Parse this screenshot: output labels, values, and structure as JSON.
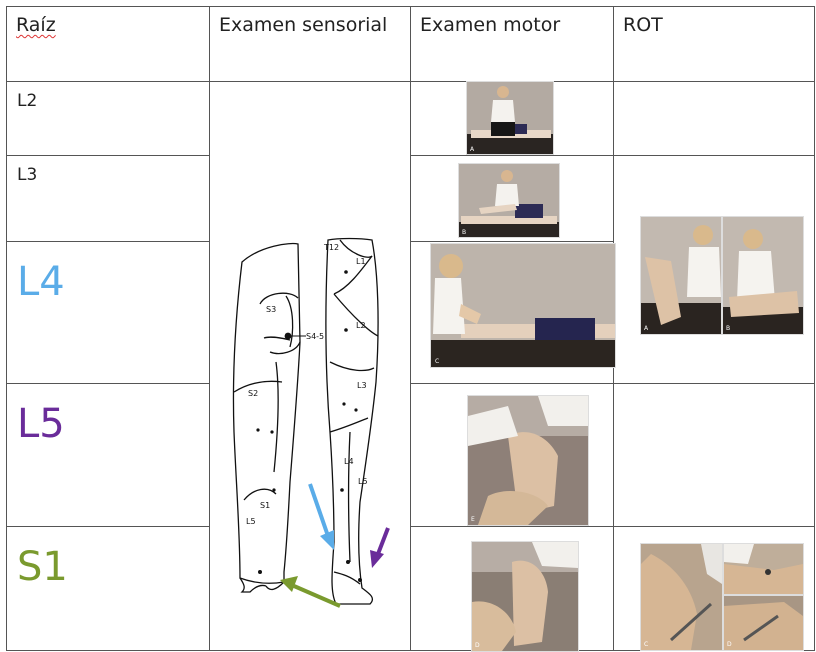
{
  "headers": {
    "root": "Raíz",
    "sensory": "Examen sensorial",
    "motor": "Examen motor",
    "reflex": "ROT"
  },
  "roots": {
    "l2": "L2",
    "l3": "L3",
    "l4": "L4",
    "l5": "L5",
    "s1": "S1"
  },
  "dermatome_labels": {
    "t12": "T12",
    "l1": "L1",
    "l2": "L2",
    "l3": "L3",
    "l4": "L4",
    "l5": "L5",
    "l5_back": "L5",
    "s1": "S1",
    "s2": "S2",
    "s3": "S3",
    "s45": "S4-5"
  },
  "photo_captions": {
    "motor_l2": "A",
    "motor_l3": "B",
    "motor_l4": "C",
    "motor_l5": "E",
    "motor_s1": "D",
    "rot_l4_a": "A",
    "rot_l4_b": "B",
    "rot_s1_a": "C",
    "rot_s1_b": "D"
  },
  "colors": {
    "l4": "#5aace8",
    "l5": "#6a2c9a",
    "s1": "#7a9a2e",
    "grid_line": "#555555"
  }
}
